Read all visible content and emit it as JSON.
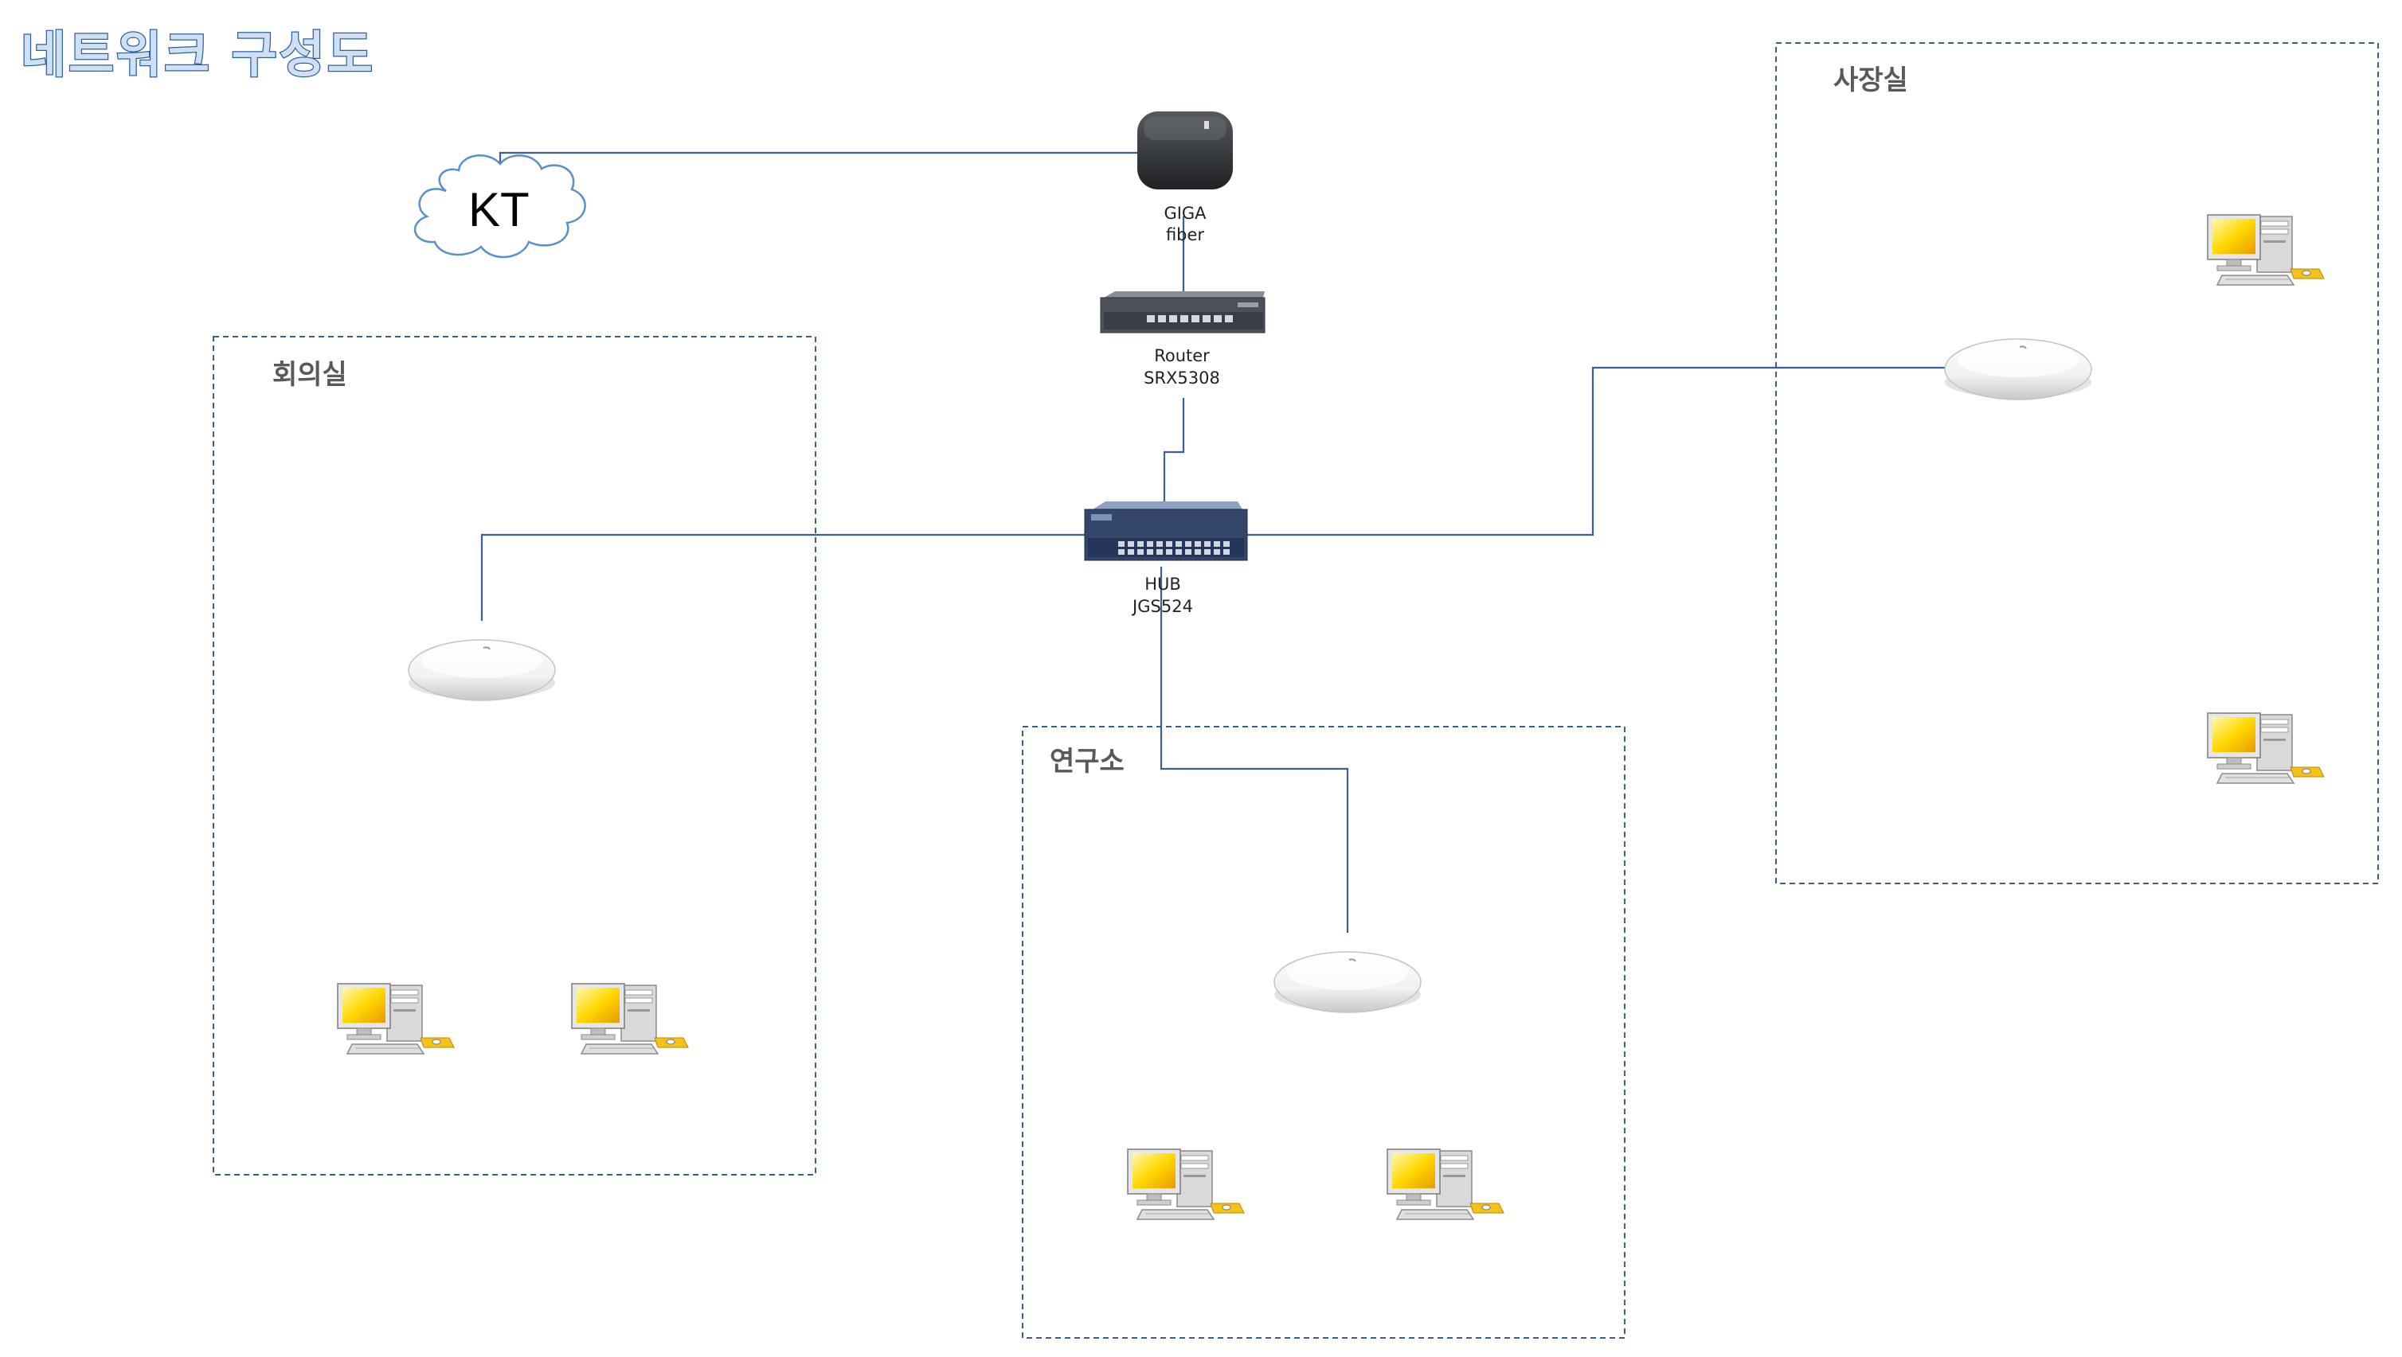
{
  "title": "네트워크 구성도",
  "cloud_label": "KT",
  "devices": {
    "modem": {
      "line1": "GIGA",
      "line2": "fiber"
    },
    "router": {
      "line1": "Router",
      "line2": "SRX5308"
    },
    "hub": {
      "line1": "HUB",
      "line2": "JGS524"
    }
  },
  "rooms": {
    "meeting": "회의실",
    "lab": "연구소",
    "ceo": "사장실"
  },
  "colors": {
    "line": "#3a5f96",
    "room_border": "#3a5f96",
    "title_fill": "#cfe0f4",
    "title_stroke": "#2f5f9c"
  },
  "icons": {
    "cloud": "cloud-icon",
    "modem": "modem-icon",
    "router": "router-icon",
    "hub": "switch-icon",
    "access_point": "access-point-icon",
    "pc": "desktop-pc-icon"
  }
}
